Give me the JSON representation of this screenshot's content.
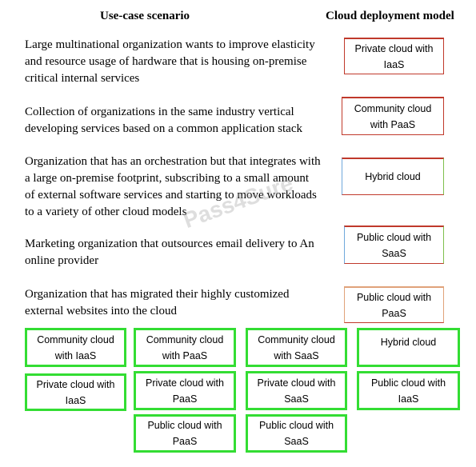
{
  "headings": {
    "scenario": "Use-case scenario",
    "model": "Cloud deployment model"
  },
  "scenarios": [
    "Large multinational organization wants to improve elasticity and resource usage of hardware that is housing on-premise critical internal services",
    "Collection of organizations in the same industry vertical developing services based on a common application stack",
    "Organization that has an orchestration but that integrates with a large on-premise footprint, subscribing to a small amount of external software services and starting to move workloads to a variety of other cloud models",
    "Marketing organization that outsources email delivery to An online provider",
    "Organization that has migrated their highly customized external websites into the cloud"
  ],
  "answers": [
    "Private cloud with IaaS",
    "Community cloud with PaaS",
    "Hybrid cloud",
    "Public cloud with SaaS",
    "Public cloud with PaaS"
  ],
  "options": [
    "Community cloud with IaaS",
    "Community cloud with PaaS",
    "Community cloud with SaaS",
    "Hybrid cloud",
    "Private cloud with IaaS",
    "Private cloud with PaaS",
    "Private cloud with SaaS",
    "Public cloud with IaaS",
    "Public cloud with PaaS",
    "Public cloud with SaaS"
  ],
  "watermark": "Pass4Sure",
  "colors": {
    "target_border": "#c0392b",
    "option_border": "#33dd33"
  }
}
